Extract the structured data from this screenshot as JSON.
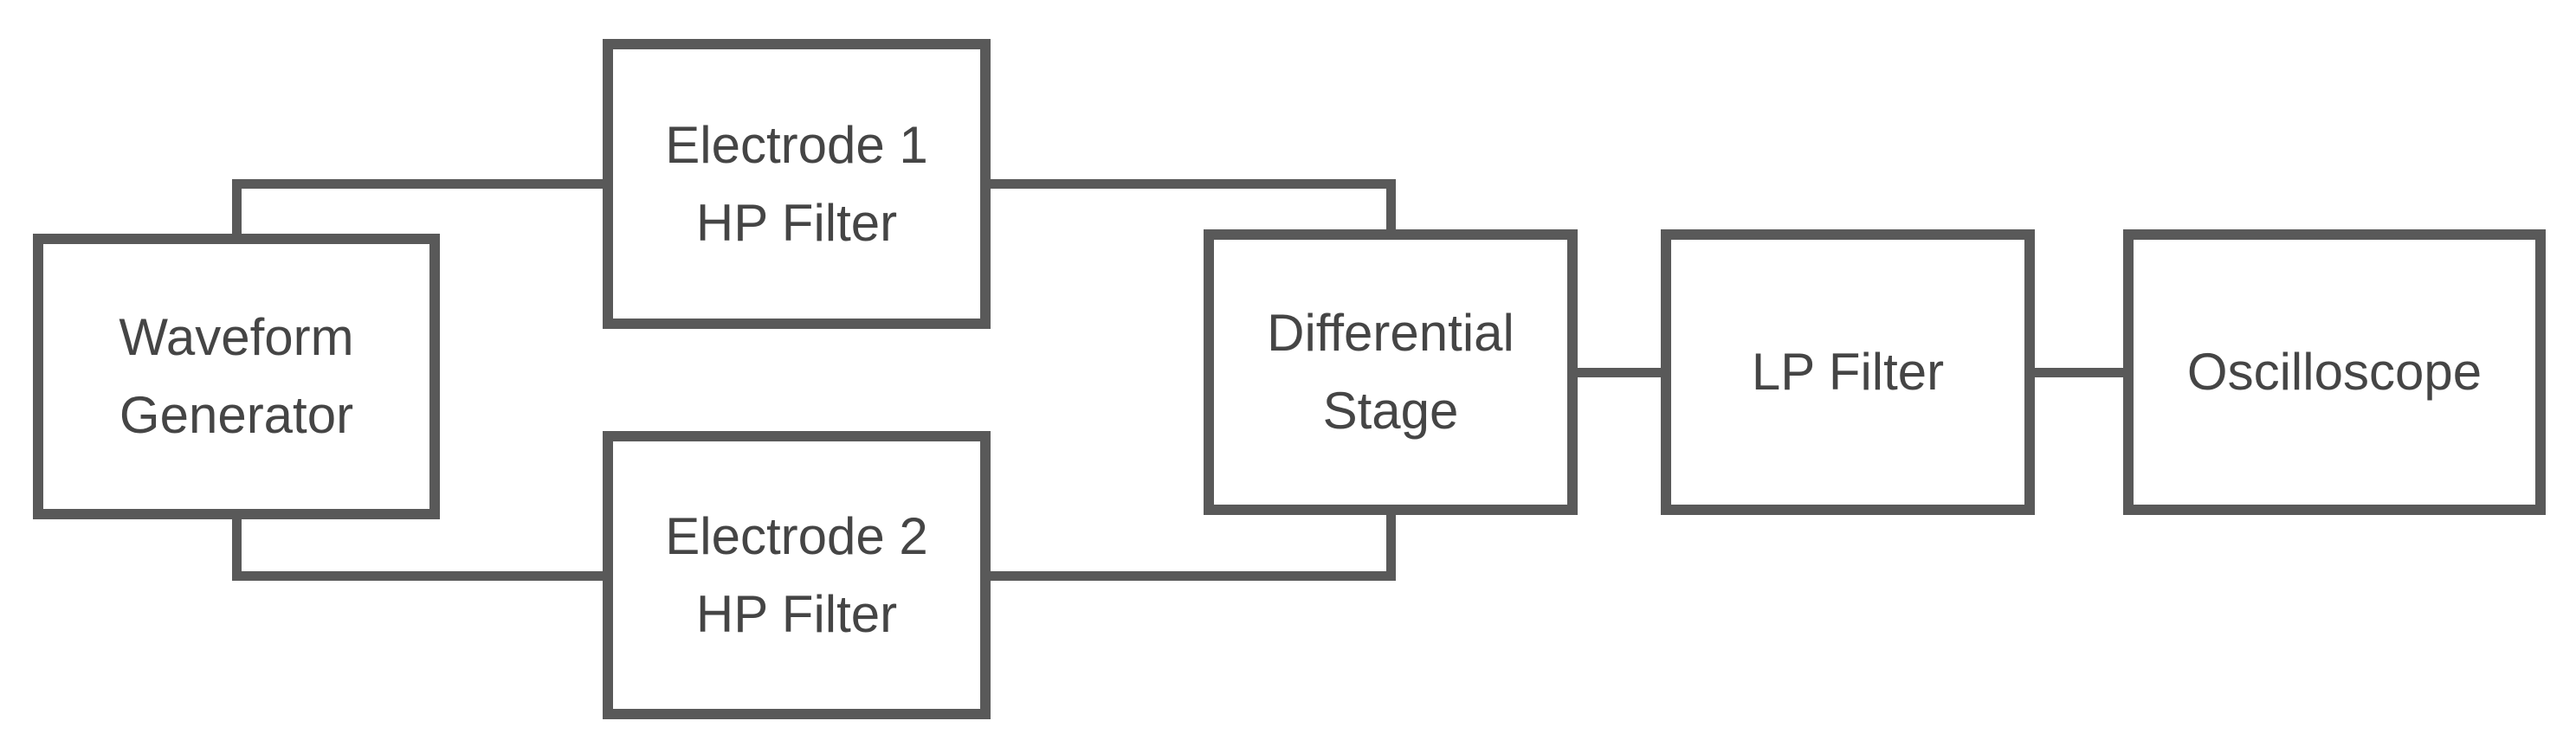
{
  "blocks": {
    "waveform_generator": {
      "lines": [
        "Waveform",
        "Generator"
      ]
    },
    "electrode1_hp_filter": {
      "lines": [
        "Electrode 1",
        "HP Filter"
      ]
    },
    "electrode2_hp_filter": {
      "lines": [
        "Electrode 2",
        "HP Filter"
      ]
    },
    "differential_stage": {
      "lines": [
        "Differential",
        "Stage"
      ]
    },
    "lp_filter": {
      "lines": [
        "LP Filter"
      ]
    },
    "oscilloscope": {
      "lines": [
        "Oscilloscope"
      ]
    }
  },
  "connections": [
    {
      "from": "waveform_generator",
      "to": "electrode1_hp_filter"
    },
    {
      "from": "waveform_generator",
      "to": "electrode2_hp_filter"
    },
    {
      "from": "electrode1_hp_filter",
      "to": "differential_stage"
    },
    {
      "from": "electrode2_hp_filter",
      "to": "differential_stage"
    },
    {
      "from": "differential_stage",
      "to": "lp_filter"
    },
    {
      "from": "lp_filter",
      "to": "oscilloscope"
    }
  ],
  "colors": {
    "line": "#595959",
    "text": "#454545",
    "background": "#ffffff"
  }
}
